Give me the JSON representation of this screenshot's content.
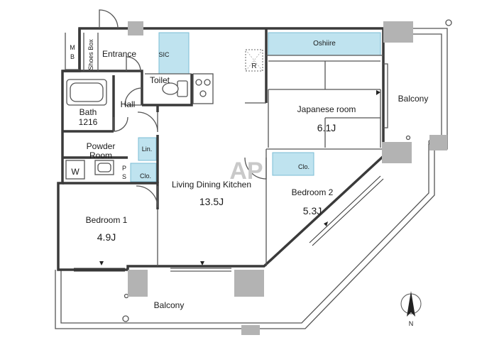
{
  "colors": {
    "storage": "#bfe3ef",
    "storage_edge": "#7bbdd4",
    "pillar": "#b3b3b3",
    "wall": "#3a3a3a",
    "watermark": "#c9c9c9"
  },
  "watermark": "AP",
  "rooms": {
    "mb": "M\nB",
    "shoes_box": "Shoes Box",
    "entrance": "Entrance",
    "sic": "SIC",
    "toilet": "Toilet",
    "hall": "Hall",
    "bath_title": "Bath",
    "bath_size": "1216",
    "powder_title": "Powder",
    "powder_title2": "Room",
    "w": "W",
    "lin": "Lin.",
    "ps": "P\nS",
    "clo_ldk": "Clo.",
    "clo_bed2": "Clo.",
    "oshiire": "Oshiire",
    "r_mark": "R",
    "japanese_name": "Japanese room",
    "japanese_size": "6.1J",
    "ldk_name": "Living Dining Kitchen",
    "ldk_size": "13.5J",
    "bed1_name": "Bedroom 1",
    "bed1_size": "4.9J",
    "bed2_name": "Bedroom 2",
    "bed2_size": "5.3J",
    "balcony_east": "Balcony",
    "balcony_south": "Balcony"
  },
  "compass": {
    "label": "N",
    "icon": "north-arrow-icon"
  }
}
